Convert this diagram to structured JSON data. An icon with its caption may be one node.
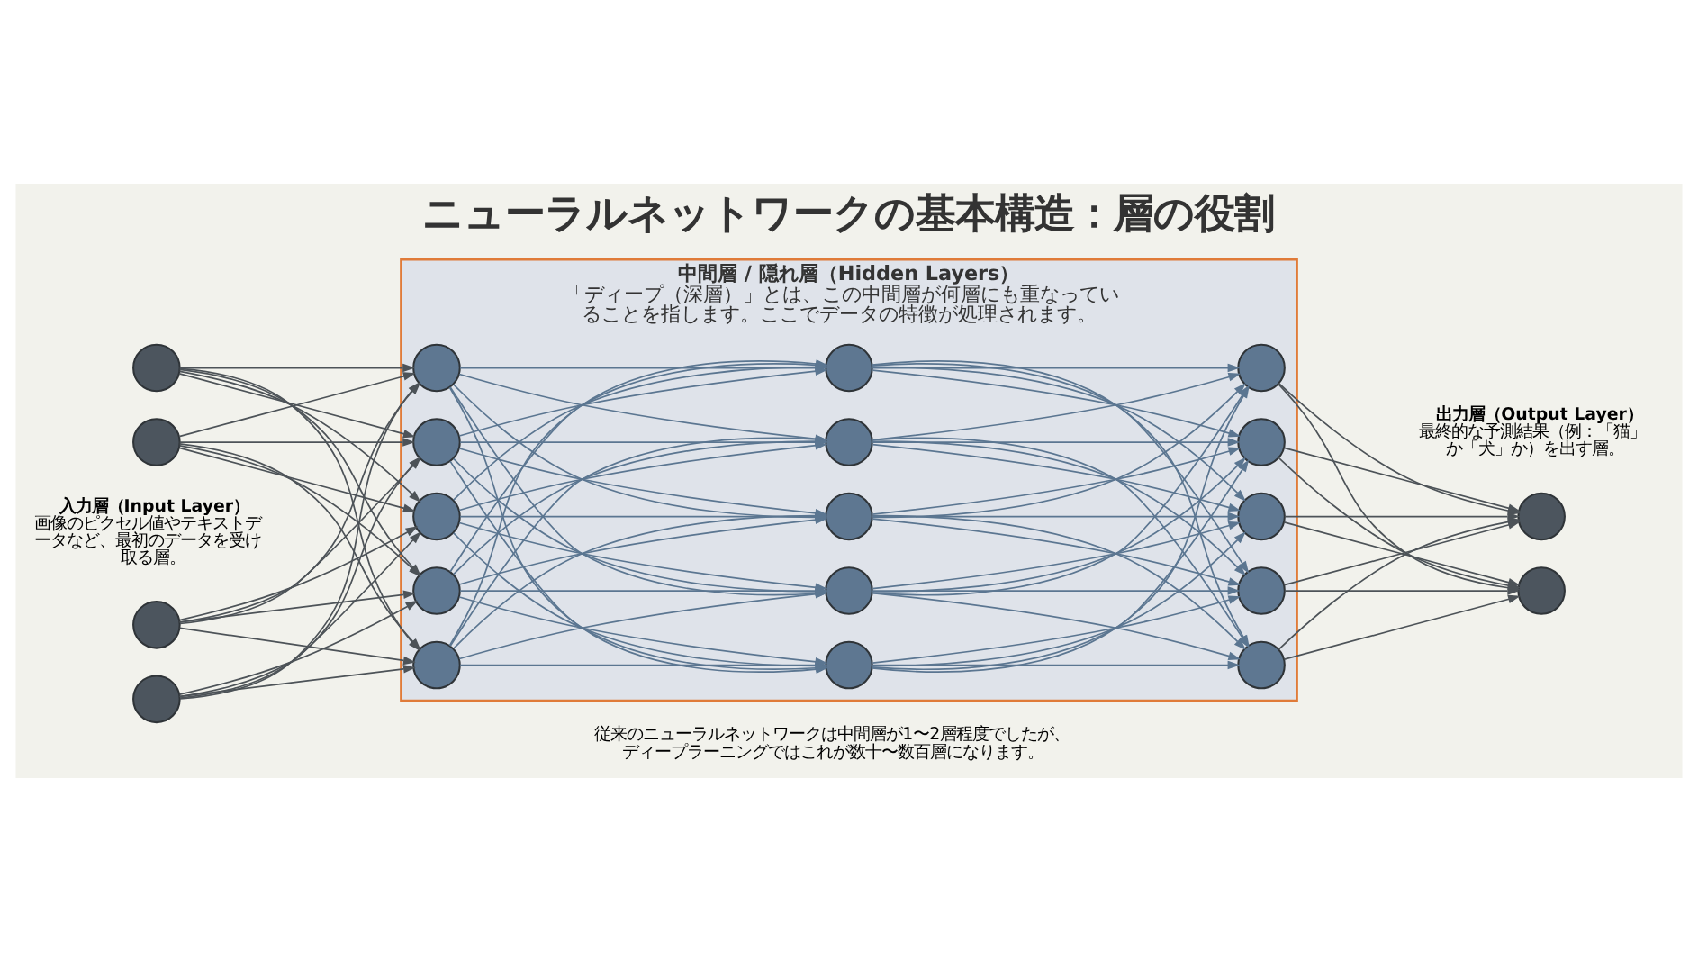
{
  "diagram": {
    "title": "ニューラルネットワークの基本構造：層の役割",
    "nodes": [
      {
        "text": [],
        "shape": "circle"
      },
      {
        "text": [],
        "shape": "circle"
      },
      {
        "text": [],
        "shape": "circle"
      },
      {
        "text": [],
        "shape": "circle"
      },
      {
        "text": [
          "中間層 / 隠れ層（Hidden Layers）",
          "「ディープ（深層）」とは、この中間層が何層にも重なっていることを指します。ここでデータの特徴が処理されます。"
        ]
      },
      {
        "text": [],
        "shape": "circle",
        "in": 4
      },
      {
        "text": [],
        "shape": "circle",
        "in": 4
      },
      {
        "text": [],
        "shape": "circle",
        "in": 4
      },
      {
        "text": [],
        "shape": "circle",
        "in": 4
      },
      {
        "text": [],
        "shape": "circle",
        "in": 4
      },
      {
        "text": [],
        "shape": "circle",
        "in": 4
      },
      {
        "text": [],
        "shape": "circle",
        "in": 4
      },
      {
        "text": [],
        "shape": "circle",
        "in": 4
      },
      {
        "text": [],
        "shape": "circle",
        "in": 4
      },
      {
        "text": [],
        "shape": "circle",
        "in": 4
      },
      {
        "text": [],
        "shape": "circle",
        "in": 4
      },
      {
        "text": [],
        "shape": "circle",
        "in": 4
      },
      {
        "text": [],
        "shape": "circle",
        "in": 4
      },
      {
        "text": [],
        "shape": "circle",
        "in": 4
      },
      {
        "text": [],
        "shape": "circle",
        "in": 4
      },
      {
        "text": [],
        "shape": "circle"
      },
      {
        "text": [],
        "shape": "circle"
      }
    ],
    "edges": [
      {
        "from": 0,
        "to": 5,
        "arrow": "to",
        "color": "#4d5358"
      },
      {
        "from": 0,
        "to": 6,
        "arrow": "to",
        "color": "#4d5358"
      },
      {
        "from": 0,
        "to": 7,
        "arrow": "to",
        "color": "#4d5358"
      },
      {
        "from": 0,
        "to": 8,
        "arrow": "to",
        "color": "#4d5358"
      },
      {
        "from": 0,
        "to": 9,
        "arrow": "to",
        "color": "#4d5358"
      },
      {
        "from": 1,
        "to": 5,
        "arrow": "to",
        "color": "#4d5358"
      },
      {
        "from": 1,
        "to": 6,
        "arrow": "to",
        "color": "#4d5358"
      },
      {
        "from": 1,
        "to": 7,
        "arrow": "to",
        "color": "#4d5358"
      },
      {
        "from": 1,
        "to": 8,
        "arrow": "to",
        "color": "#4d5358"
      },
      {
        "from": 1,
        "to": 9,
        "arrow": "to",
        "color": "#4d5358"
      },
      {
        "from": 2,
        "to": 5,
        "arrow": "to",
        "color": "#4d5358"
      },
      {
        "from": 2,
        "to": 6,
        "arrow": "to",
        "color": "#4d5358"
      },
      {
        "from": 2,
        "to": 7,
        "arrow": "to",
        "color": "#4d5358"
      },
      {
        "from": 2,
        "to": 8,
        "arrow": "to",
        "color": "#4d5358"
      },
      {
        "from": 2,
        "to": 9,
        "arrow": "to",
        "color": "#4d5358"
      },
      {
        "from": 3,
        "to": 5,
        "arrow": "to",
        "color": "#4d5358"
      },
      {
        "from": 3,
        "to": 6,
        "arrow": "to",
        "color": "#4d5358"
      },
      {
        "from": 3,
        "to": 7,
        "arrow": "to",
        "color": "#4d5358"
      },
      {
        "from": 3,
        "to": 8,
        "arrow": "to",
        "color": "#4d5358"
      },
      {
        "from": 3,
        "to": 9,
        "arrow": "to",
        "color": "#4d5358"
      },
      {
        "from": 5,
        "to": 10,
        "arrow": "to"
      },
      {
        "from": 5,
        "to": 11,
        "arrow": "to"
      },
      {
        "from": 5,
        "to": 12,
        "arrow": "to"
      },
      {
        "from": 5,
        "to": 13,
        "arrow": "to"
      },
      {
        "from": 5,
        "to": 14,
        "arrow": "to"
      },
      {
        "from": 6,
        "to": 10,
        "arrow": "to"
      },
      {
        "from": 6,
        "to": 11,
        "arrow": "to"
      },
      {
        "from": 6,
        "to": 12,
        "arrow": "to"
      },
      {
        "from": 6,
        "to": 13,
        "arrow": "to"
      },
      {
        "from": 6,
        "to": 14,
        "arrow": "to"
      },
      {
        "from": 7,
        "to": 10,
        "arrow": "to"
      },
      {
        "from": 7,
        "to": 11,
        "arrow": "to"
      },
      {
        "from": 7,
        "to": 12,
        "arrow": "to"
      },
      {
        "from": 7,
        "to": 13,
        "arrow": "to"
      },
      {
        "from": 7,
        "to": 14,
        "arrow": "to"
      },
      {
        "from": 8,
        "to": 10,
        "arrow": "to"
      },
      {
        "from": 8,
        "to": 11,
        "arrow": "to"
      },
      {
        "from": 8,
        "to": 12,
        "arrow": "to"
      },
      {
        "from": 8,
        "to": 13,
        "arrow": "to"
      },
      {
        "from": 8,
        "to": 14,
        "arrow": "to"
      },
      {
        "from": 9,
        "to": 10,
        "arrow": "to"
      },
      {
        "from": 9,
        "to": 11,
        "arrow": "to"
      },
      {
        "from": 9,
        "to": 12,
        "arrow": "to"
      },
      {
        "from": 9,
        "to": 13,
        "arrow": "to"
      },
      {
        "from": 9,
        "to": 14,
        "arrow": "to"
      },
      {
        "from": 10,
        "to": 15,
        "arrow": "to"
      },
      {
        "from": 10,
        "to": 16,
        "arrow": "to"
      },
      {
        "from": 10,
        "to": 17,
        "arrow": "to"
      },
      {
        "from": 10,
        "to": 18,
        "arrow": "to"
      },
      {
        "from": 10,
        "to": 19,
        "arrow": "to"
      },
      {
        "from": 11,
        "to": 15,
        "arrow": "to"
      },
      {
        "from": 11,
        "to": 16,
        "arrow": "to"
      },
      {
        "from": 11,
        "to": 17,
        "arrow": "to"
      },
      {
        "from": 11,
        "to": 18,
        "arrow": "to"
      },
      {
        "from": 11,
        "to": 19,
        "arrow": "to"
      },
      {
        "from": 12,
        "to": 15,
        "arrow": "to"
      },
      {
        "from": 12,
        "to": 16,
        "arrow": "to"
      },
      {
        "from": 12,
        "to": 17,
        "arrow": "to"
      },
      {
        "from": 12,
        "to": 18,
        "arrow": "to"
      },
      {
        "from": 12,
        "to": 19,
        "arrow": "to"
      },
      {
        "from": 13,
        "to": 15,
        "arrow": "to"
      },
      {
        "from": 13,
        "to": 16,
        "arrow": "to"
      },
      {
        "from": 13,
        "to": 17,
        "arrow": "to"
      },
      {
        "from": 13,
        "to": 18,
        "arrow": "to"
      },
      {
        "from": 13,
        "to": 19,
        "arrow": "to"
      },
      {
        "from": 14,
        "to": 15,
        "arrow": "to"
      },
      {
        "from": 14,
        "to": 16,
        "arrow": "to"
      },
      {
        "from": 14,
        "to": 17,
        "arrow": "to"
      },
      {
        "from": 14,
        "to": 18,
        "arrow": "to"
      },
      {
        "from": 14,
        "to": 19,
        "arrow": "to"
      },
      {
        "from": 15,
        "to": 20,
        "arrow": "to",
        "color": "#4d5358"
      },
      {
        "from": 15,
        "to": 21,
        "arrow": "to",
        "color": "#4d5358"
      },
      {
        "from": 16,
        "to": 20,
        "arrow": "to",
        "color": "#4d5358"
      },
      {
        "from": 16,
        "to": 21,
        "arrow": "to",
        "color": "#4d5358"
      },
      {
        "from": 17,
        "to": 20,
        "arrow": "to",
        "color": "#4d5358"
      },
      {
        "from": 17,
        "to": 21,
        "arrow": "to",
        "color": "#4d5358"
      },
      {
        "from": 18,
        "to": 20,
        "arrow": "to",
        "color": "#4d5358"
      },
      {
        "from": 18,
        "to": 21,
        "arrow": "to",
        "color": "#4d5358"
      },
      {
        "from": 19,
        "to": 20,
        "arrow": "to",
        "color": "#4d5358"
      },
      {
        "from": 19,
        "to": 21,
        "arrow": "to",
        "color": "#4d5358"
      }
    ],
    "labels": [
      "入力層（Input Layer）",
      "画像のピクセル値やテキストデータなど、最初のデータを受け取る層。",
      "出力層（Output Layer）",
      "最終的な予測結果（例：「猫」か「犬」か）を出す層。",
      "従来のニューラルネットワークは中間層が1〜2層程度でしたが、ディープラーニングではこれが数十〜数百層になります。"
    ]
  }
}
